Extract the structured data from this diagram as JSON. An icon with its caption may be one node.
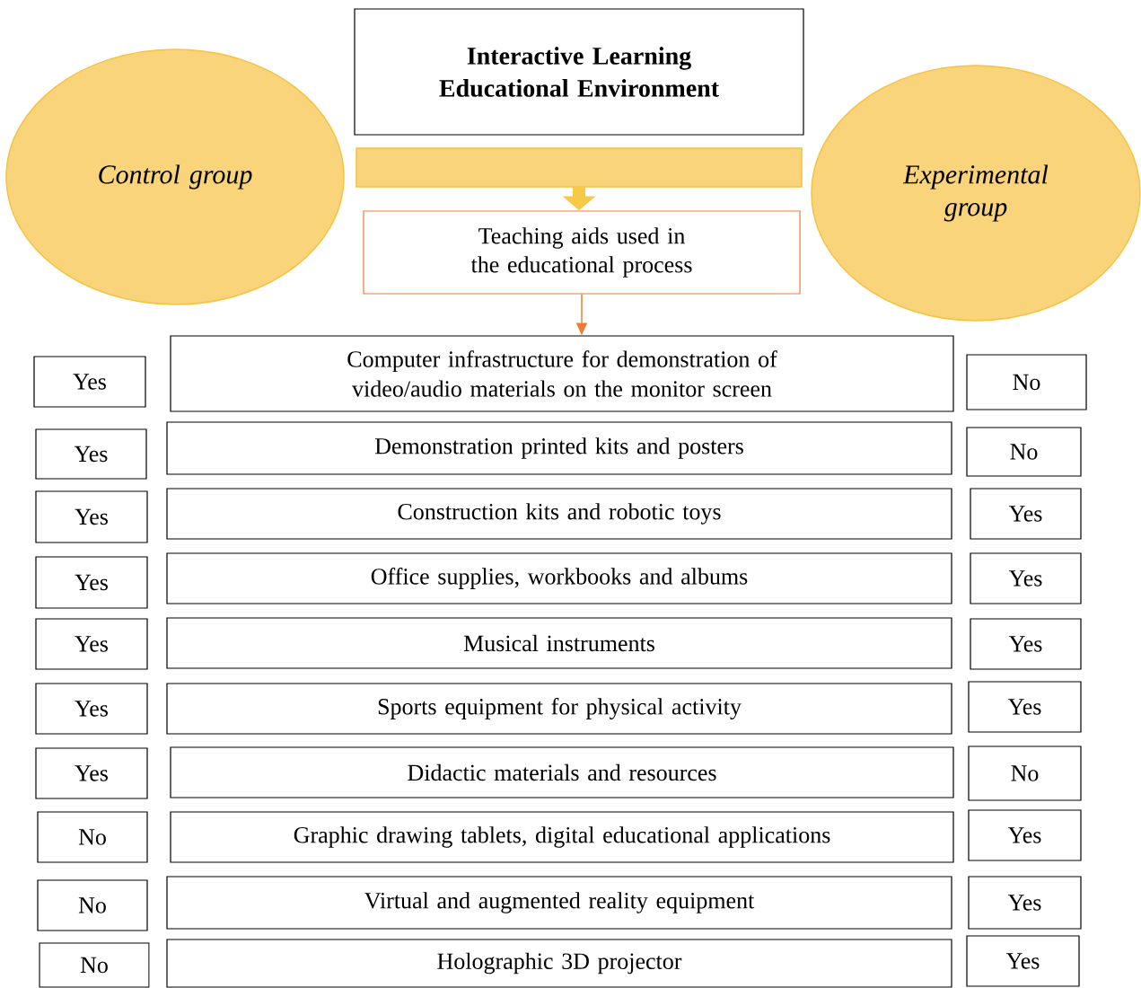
{
  "diagram": {
    "nodes": [
      {
        "text": [
          "Control group"
        ]
      },
      {
        "text": [
          "Interactive Learning Educational Environment"
        ]
      },
      {
        "text": [
          "Experimental group"
        ]
      },
      {
        "text": [],
        "shape": "bar"
      },
      {
        "text": [
          "Teaching aids used in the educational process"
        ]
      },
      {
        "text": [
          "Yes"
        ]
      },
      {
        "text": [
          "Computer infrastructure for demonstration of video/audio materials on the monitor screen"
        ]
      },
      {
        "text": [
          "No"
        ]
      },
      {
        "text": [
          "Yes"
        ]
      },
      {
        "text": [
          "Demonstration printed kits and posters"
        ]
      },
      {
        "text": [
          "No"
        ]
      },
      {
        "text": [
          "Yes"
        ]
      },
      {
        "text": [
          "Construction kits and robotic toys"
        ]
      },
      {
        "text": [
          "Yes"
        ]
      },
      {
        "text": [
          "Yes"
        ]
      },
      {
        "text": [
          "Office supplies, workbooks and albums"
        ]
      },
      {
        "text": [
          "Yes"
        ]
      },
      {
        "text": [
          "Yes"
        ]
      },
      {
        "text": [
          "Musical instruments"
        ]
      },
      {
        "text": [
          "Yes"
        ]
      },
      {
        "text": [
          "Yes"
        ]
      },
      {
        "text": [
          "Sports equipment for physical activity"
        ]
      },
      {
        "text": [
          "Yes"
        ]
      },
      {
        "text": [
          "Yes"
        ]
      },
      {
        "text": [
          "Didactic materials and resources"
        ]
      },
      {
        "text": [
          "No"
        ]
      },
      {
        "text": [
          "No"
        ]
      },
      {
        "text": [
          "Graphic drawing tablets, digital educational applications"
        ]
      },
      {
        "text": [
          "Yes"
        ]
      },
      {
        "text": [
          "No"
        ]
      },
      {
        "text": [
          "Virtual and augmented reality equipment"
        ]
      },
      {
        "text": [
          "Yes"
        ]
      },
      {
        "text": [
          "No"
        ]
      },
      {
        "text": [
          "Holographic 3D projector"
        ]
      },
      {
        "text": [
          "Yes"
        ]
      }
    ],
    "edges": [
      {
        "from": 3,
        "to": 4,
        "arrow": "to",
        "style": "thick",
        "color": "#f7c948"
      },
      {
        "from": 4,
        "to": 6,
        "arrow": "to",
        "color": "#ed7d31"
      }
    ]
  }
}
